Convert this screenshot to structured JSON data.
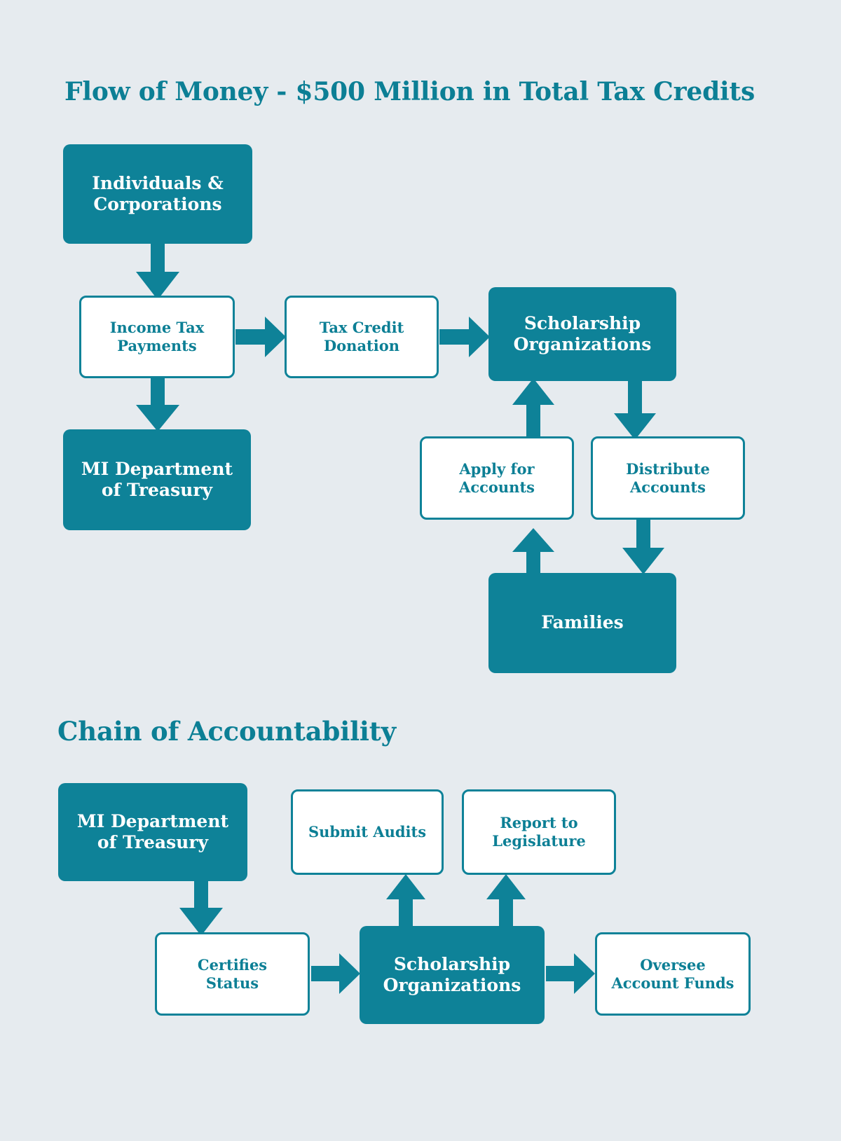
{
  "palette": {
    "background": "#e6ebef",
    "teal": "#0e8298",
    "teal_text": "#0c7f95",
    "white": "#ffffff"
  },
  "flow_section": {
    "title": "Flow of Money - $500 Million in Total Tax Credits",
    "nodes": {
      "individuals_corporations": "Individuals &\nCorporations",
      "individuals_corporations_line1": "Individuals &",
      "individuals_corporations_line2": "Corporations",
      "income_tax_payments_line1": "Income Tax",
      "income_tax_payments_line2": "Payments",
      "tax_credit_donation_line1": "Tax Credit",
      "tax_credit_donation_line2": "Donation",
      "scholarship_orgs_line1": "Scholarship",
      "scholarship_orgs_line2": "Organizations",
      "mi_treasury_line1": "MI Department",
      "mi_treasury_line2": "of Treasury",
      "apply_for_accounts_line1": "Apply for",
      "apply_for_accounts_line2": "Accounts",
      "distribute_accounts_line1": "Distribute",
      "distribute_accounts_line2": "Accounts",
      "families": "Families"
    }
  },
  "chain_section": {
    "title": "Chain of Accountability",
    "nodes": {
      "mi_treasury_line1": "MI Department",
      "mi_treasury_line2": "of Treasury",
      "submit_audits": "Submit Audits",
      "report_to_legislature_line1": "Report to",
      "report_to_legislature_line2": "Legislature",
      "certifies_status_line1": "Certifies",
      "certifies_status_line2": "Status",
      "scholarship_orgs_line1": "Scholarship",
      "scholarship_orgs_line2": "Organizations",
      "oversee_account_funds_line1": "Oversee",
      "oversee_account_funds_line2": "Account Funds"
    }
  }
}
